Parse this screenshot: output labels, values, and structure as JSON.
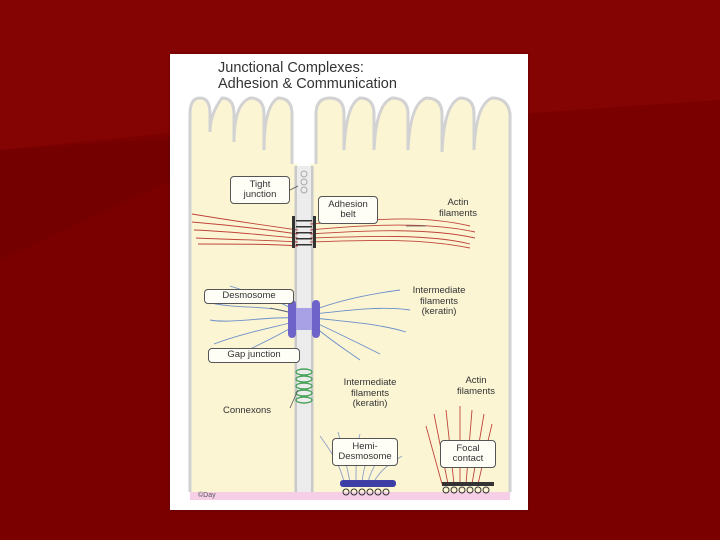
{
  "colors": {
    "background": "#7a0000",
    "card": "#ffffff",
    "cytoplasm": "#fbf5d4",
    "membrane": "#c9c9c9",
    "actin": "#c0453a",
    "keratin": "#6b8fc8",
    "desmosome": "#6e63c8",
    "connexon": "#4aa35a",
    "basal_lamina": "#f6cfe6"
  },
  "title": {
    "line1": "Junctional Complexes:",
    "line2": "Adhesion & Communication"
  },
  "labels": {
    "tight_junction_line1": "Tight",
    "tight_junction_line2": "junction",
    "adhesion_belt_line1": "Adhesion",
    "adhesion_belt_line2": "belt",
    "actin_top_line1": "Actin",
    "actin_top_line2": "filaments",
    "desmosome": "Desmosome",
    "intermediate_top_line1": "Intermediate",
    "intermediate_top_line2": "filaments",
    "intermediate_top_line3": "(keratin)",
    "gap_junction": "Gap junction",
    "connexons": "Connexons",
    "intermediate_bottom_line1": "Intermediate",
    "intermediate_bottom_line2": "filaments",
    "intermediate_bottom_line3": "(keratin)",
    "actin_bottom_line1": "Actin",
    "actin_bottom_line2": "filaments",
    "hemidesmosome_line1": "Hemi-",
    "hemidesmosome_line2": "Desmosome",
    "focal_contact_line1": "Focal",
    "focal_contact_line2": "contact",
    "credit": "©Day"
  }
}
